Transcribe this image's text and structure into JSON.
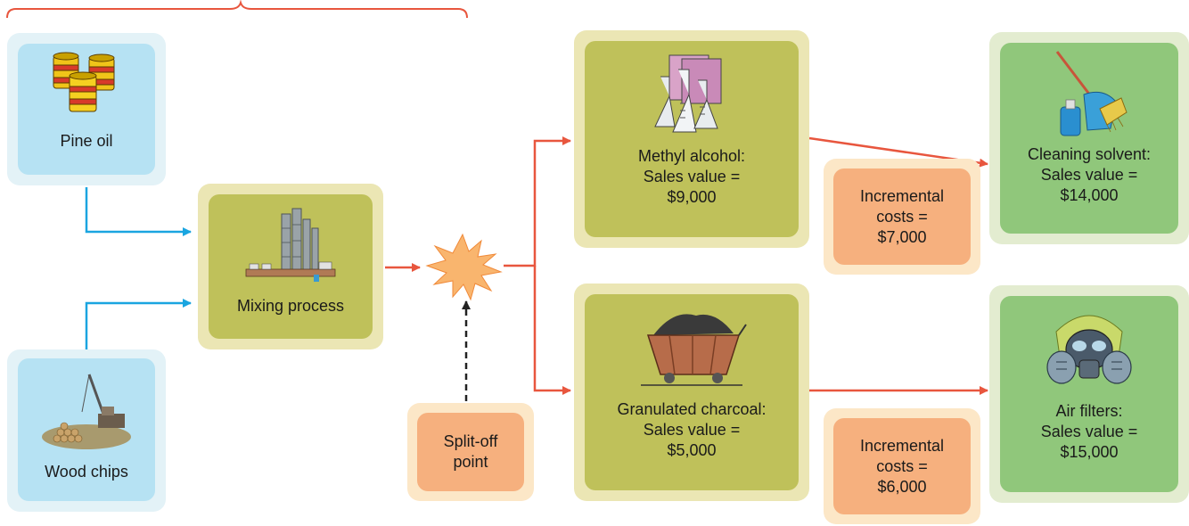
{
  "colors": {
    "arrow_red": "#e8563e",
    "arrow_blue": "#1aa5e0",
    "brace_red": "#e8563e",
    "input_box": "#b6e2f3",
    "process_box": "#bfc15a",
    "final_product_box": "#90c77b",
    "cost_box": "#f6b07e"
  },
  "nodes": {
    "pine_oil": {
      "label": "Pine oil",
      "icon": "oil-barrels-icon"
    },
    "wood_chips": {
      "label": "Wood chips",
      "icon": "crane-wood-pile-icon"
    },
    "mixing": {
      "label": "Mixing process",
      "icon": "refinery-plant-icon"
    },
    "split_off": {
      "line1": "Split-off",
      "line2": "point",
      "icon": "starburst-icon"
    },
    "methyl": {
      "line1": "Methyl alcohol:",
      "line2": "Sales value =",
      "line3": "$9,000",
      "icon": "lab-flasks-icon"
    },
    "charcoal": {
      "line1": "Granulated charcoal:",
      "line2": "Sales value =",
      "line3": "$5,000",
      "icon": "mine-cart-icon"
    },
    "inc_cost_1": {
      "line1": "Incremental",
      "line2": "costs =",
      "line3": "$7,000"
    },
    "inc_cost_2": {
      "line1": "Incremental",
      "line2": "costs =",
      "line3": "$6,000"
    },
    "solvent": {
      "line1": "Cleaning solvent:",
      "line2": "Sales value =",
      "line3": "$14,000",
      "icon": "cleaning-supplies-icon"
    },
    "air_filters": {
      "line1": "Air filters:",
      "line2": "Sales value =",
      "line3": "$15,000",
      "icon": "gas-mask-icon"
    }
  }
}
